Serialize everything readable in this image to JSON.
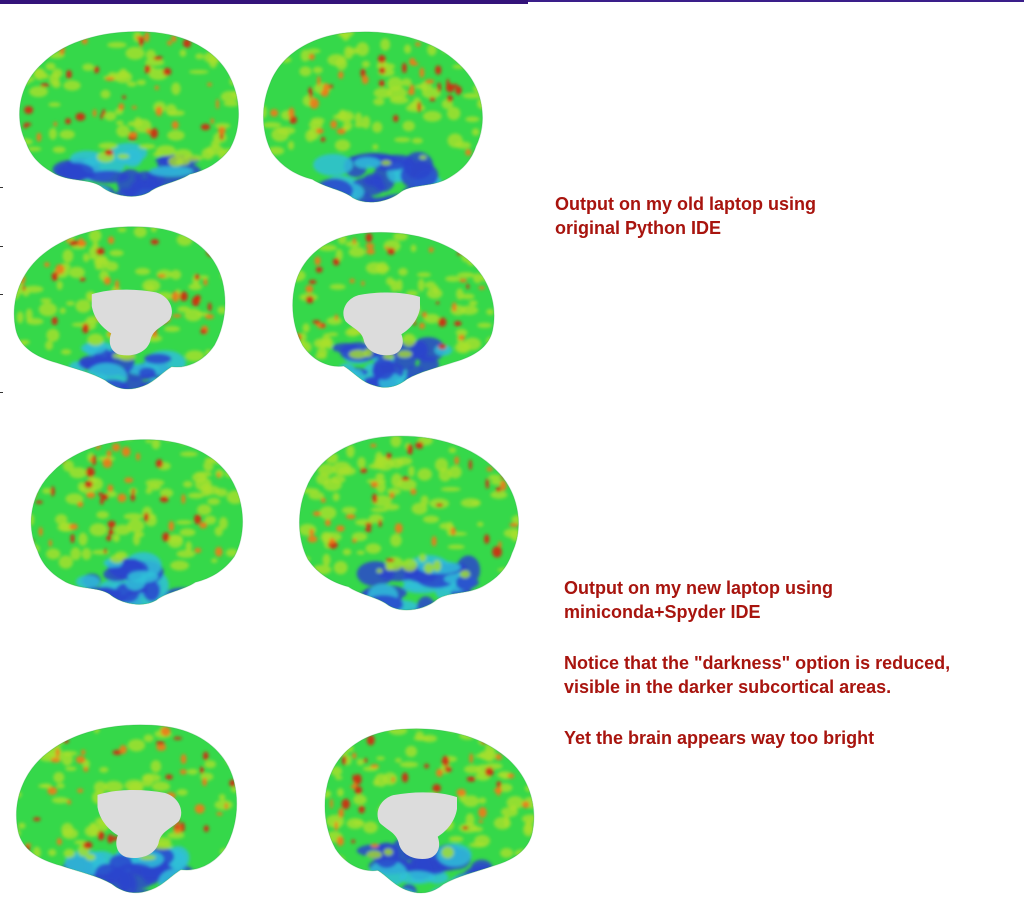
{
  "colors": {
    "caption": "#a8140e",
    "top_bar": "#34137a",
    "map_high": "#d42a12",
    "map_mid": "#a9e02c",
    "map_base": "#35d84a",
    "map_low": "#2a44cc",
    "subcortical": "#dcdcdc"
  },
  "panels": [
    {
      "caption_lines": [
        "Output on my old laptop using",
        "original Python IDE"
      ],
      "brains": [
        {
          "view": "lateral-left",
          "icon": "brain-surface-icon"
        },
        {
          "view": "lateral-right",
          "icon": "brain-surface-icon"
        },
        {
          "view": "medial-left",
          "icon": "brain-surface-icon"
        },
        {
          "view": "medial-right",
          "icon": "brain-surface-icon"
        }
      ]
    },
    {
      "caption_lines": [
        "Output on my new laptop using",
        "miniconda+Spyder IDE",
        "Notice that the \"darkness\" option is reduced,",
        "visible in the darker subcortical areas.",
        "Yet the brain appears way too bright"
      ],
      "brains": [
        {
          "view": "lateral-left",
          "icon": "brain-surface-icon"
        },
        {
          "view": "lateral-right",
          "icon": "brain-surface-icon"
        },
        {
          "view": "medial-left",
          "icon": "brain-surface-icon"
        },
        {
          "view": "medial-right",
          "icon": "brain-surface-icon"
        }
      ]
    }
  ]
}
